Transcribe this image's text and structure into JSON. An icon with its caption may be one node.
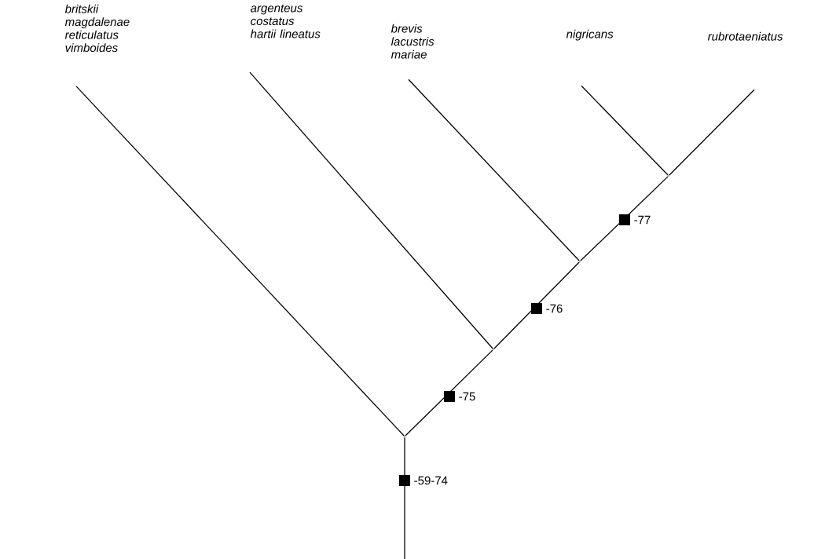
{
  "diagram": {
    "nodes": [
      {
        "text": [
          "britskii magdalenae reticulatus vimboides"
        ]
      },
      {
        "text": [
          "argenteus costatus hartii lineatus"
        ]
      },
      {
        "text": [
          "brevis lacustris mariae"
        ]
      },
      {
        "text": [
          "nigricans"
        ]
      },
      {
        "text": [
          "rubrotaeniatus"
        ]
      },
      {
        "text": [],
        "shape": "point"
      },
      {
        "text": [],
        "shape": "point"
      },
      {
        "text": [],
        "shape": "point"
      },
      {
        "text": [],
        "shape": "point"
      }
    ],
    "edges": [
      {
        "from": 8,
        "to": 0,
        "arrow": "none"
      },
      {
        "from": 8,
        "to": 7,
        "arrow": "none"
      },
      {
        "from": 7,
        "to": 1,
        "arrow": "none"
      },
      {
        "from": 7,
        "to": 6,
        "arrow": "none"
      },
      {
        "from": 6,
        "to": 2,
        "arrow": "none"
      },
      {
        "from": 6,
        "to": 5,
        "arrow": "none"
      },
      {
        "from": 5,
        "to": 3,
        "arrow": "none"
      },
      {
        "from": 5,
        "to": 4,
        "arrow": "none"
      },
      {
        "from": null,
        "to": 8,
        "arrow": "none"
      }
    ],
    "labels": [
      "-77",
      "-76",
      "-75",
      "-59-74"
    ]
  }
}
